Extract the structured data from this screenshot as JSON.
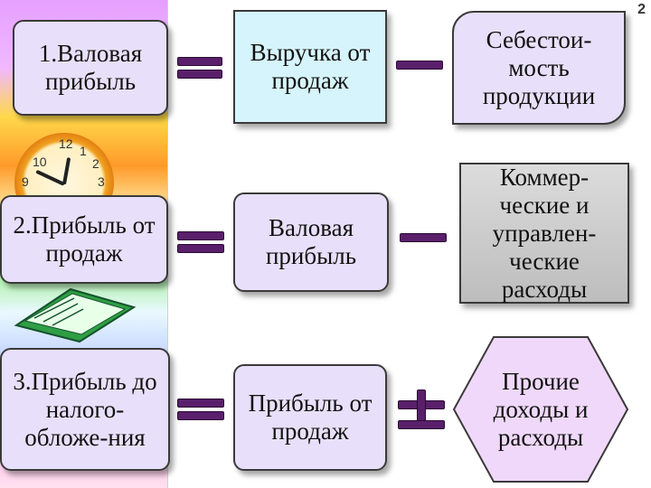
{
  "page_number": "2",
  "rows": [
    {
      "left": "1.Валовая прибыль",
      "middle": "Выручка от продаж",
      "right": "Себестои-мость продукции",
      "op1": "equals",
      "op2": "minus"
    },
    {
      "left": "2.Прибыль от продаж",
      "middle": "Валовая прибыль",
      "right": "Коммер-ческие и управлен-ческие расходы",
      "op1": "equals",
      "op2": "minus"
    },
    {
      "left": "3.Прибыль до налого-обложе-ния",
      "middle": "Прибыль от продаж",
      "right": "Прочие доходы и расходы",
      "op1": "equals",
      "op2": "plus-minus"
    }
  ],
  "colors": {
    "operator": "#5a1f6b",
    "lavender": "#e8e0fa",
    "cyan": "#d6f4fb",
    "pink": "#f0d8fb"
  }
}
